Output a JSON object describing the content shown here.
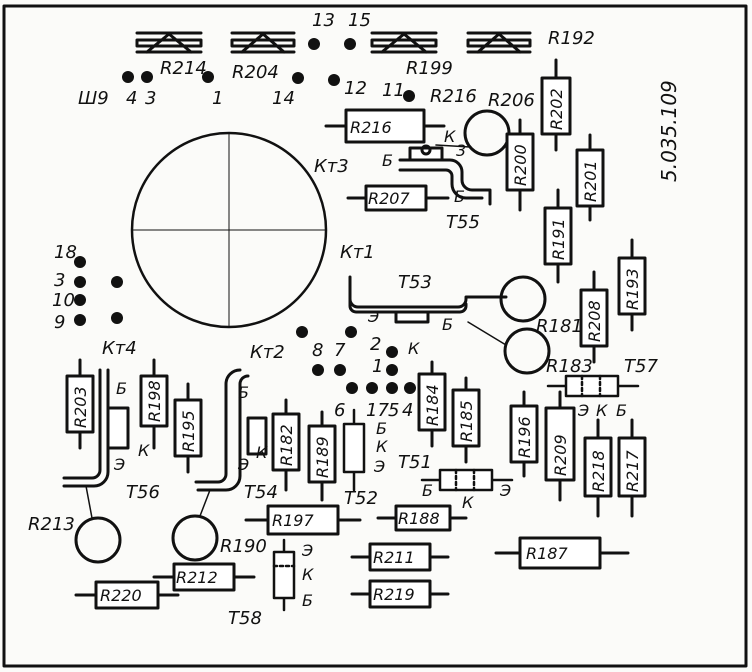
{
  "board": {
    "code": "5.035.109",
    "connector": "Ш9",
    "resistors": {
      "r192": "R192",
      "r214": "R214",
      "r204": "R204",
      "r199": "R199",
      "r216_top": "R216",
      "r206": "R206",
      "r216_box": "R216",
      "r202": "R202",
      "r200": "R200",
      "r201": "R201",
      "r207": "R207",
      "r191": "R191",
      "r193": "R193",
      "r208": "R208",
      "r181": "R181",
      "r183": "R183",
      "r203": "R203",
      "r198": "R198",
      "r195": "R195",
      "r182": "R182",
      "r189": "R189",
      "r184": "R184",
      "r185": "R185",
      "r196": "R196",
      "r209": "R209",
      "r218": "R218",
      "r217": "R217",
      "r213": "R213",
      "r190": "R190",
      "r197": "R197",
      "r188": "R188",
      "r211": "R211",
      "r187": "R187",
      "r212": "R212",
      "r220": "R220",
      "r219": "R219"
    },
    "transistors": {
      "t55": "T55",
      "t53": "T53",
      "t57": "T57",
      "t56": "T56",
      "t54": "T54",
      "t52": "T52",
      "t51": "T51",
      "t58": "T58"
    },
    "heatsinks": {
      "kt3": "Кт3",
      "kt1": "Кт1",
      "kt4": "Кт4",
      "kt2": "Кт2"
    },
    "pins": {
      "p13": "13",
      "p15": "15",
      "p4": "4",
      "p3": "3",
      "p1": "1",
      "p14": "14",
      "p12": "12",
      "p11": "11",
      "p18": "18",
      "p3b": "3",
      "p10": "10",
      "p9": "9",
      "p8": "8",
      "p7": "7",
      "p2": "2",
      "p1b": "1",
      "p6": "6",
      "p17": "17",
      "p5": "5",
      "p4b": "4"
    },
    "leads": {
      "b": "Б",
      "k": "К",
      "e": "Э",
      "three": "3"
    }
  }
}
